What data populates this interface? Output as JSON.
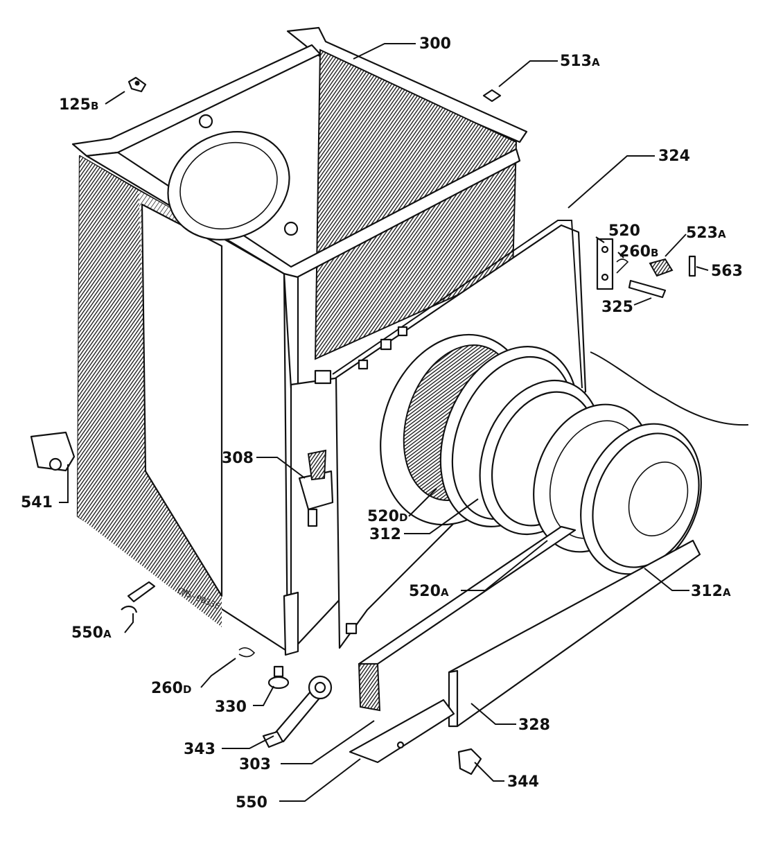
{
  "diagram": {
    "stamp": "CMS-00336",
    "callouts": [
      {
        "id": "c300",
        "main": "300",
        "sfx": ""
      },
      {
        "id": "c513a",
        "main": "513",
        "sfx": "A"
      },
      {
        "id": "c125b",
        "main": "125",
        "sfx": "B"
      },
      {
        "id": "c324",
        "main": "324",
        "sfx": ""
      },
      {
        "id": "c520",
        "main": "520",
        "sfx": ""
      },
      {
        "id": "c523a",
        "main": "523",
        "sfx": "A"
      },
      {
        "id": "c260b",
        "main": "260",
        "sfx": "B"
      },
      {
        "id": "c563",
        "main": "563",
        "sfx": ""
      },
      {
        "id": "c325",
        "main": "325",
        "sfx": ""
      },
      {
        "id": "c308",
        "main": "308",
        "sfx": ""
      },
      {
        "id": "c541",
        "main": "541",
        "sfx": ""
      },
      {
        "id": "c520d",
        "main": "520",
        "sfx": "D"
      },
      {
        "id": "c312",
        "main": "312",
        "sfx": ""
      },
      {
        "id": "c520a",
        "main": "520",
        "sfx": "A"
      },
      {
        "id": "c312a",
        "main": "312",
        "sfx": "A"
      },
      {
        "id": "c550a",
        "main": "550",
        "sfx": "A"
      },
      {
        "id": "c260d",
        "main": "260",
        "sfx": "D"
      },
      {
        "id": "c330",
        "main": "330",
        "sfx": ""
      },
      {
        "id": "c328",
        "main": "328",
        "sfx": ""
      },
      {
        "id": "c343",
        "main": "343",
        "sfx": ""
      },
      {
        "id": "c303",
        "main": "303",
        "sfx": ""
      },
      {
        "id": "c344",
        "main": "344",
        "sfx": ""
      },
      {
        "id": "c550",
        "main": "550",
        "sfx": ""
      }
    ]
  }
}
